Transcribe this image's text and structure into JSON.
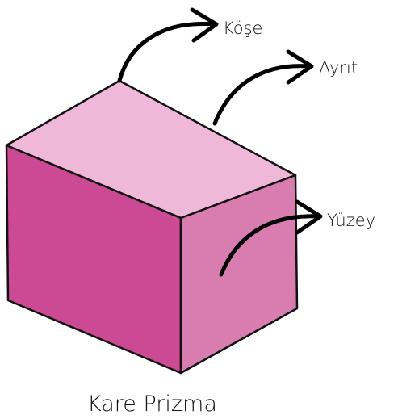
{
  "diagram": {
    "labels": {
      "corner": "Köşe",
      "edge": "Ayrıt",
      "face": "Yüzey"
    },
    "caption": "Kare Prizma",
    "colors": {
      "top_face": "#efb8d8",
      "front_face": "#cc4a93",
      "side_face": "#d97cb0",
      "outline": "#111111",
      "arrow": "#000000"
    }
  }
}
